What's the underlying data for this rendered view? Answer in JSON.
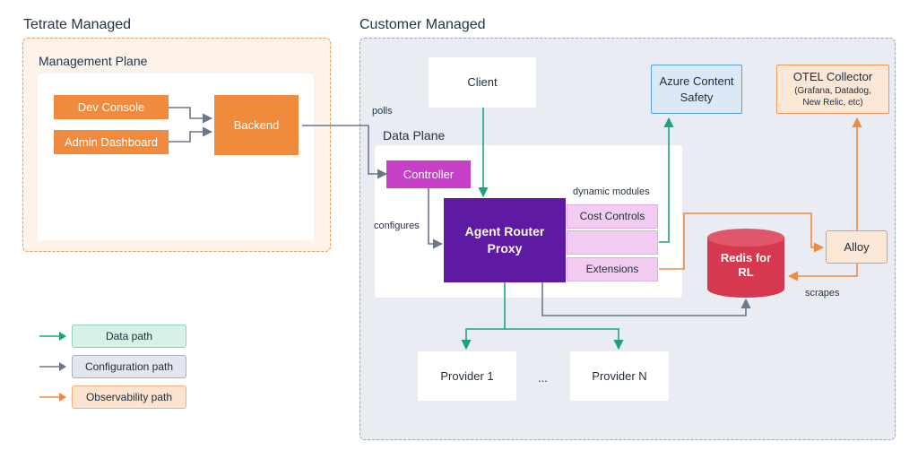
{
  "regions": {
    "tetrate_label": "Tetrate Managed",
    "customer_label": "Customer Managed",
    "management_plane_label": "Management Plane",
    "data_plane_label": "Data Plane"
  },
  "nodes": {
    "dev_console": "Dev Console",
    "admin_dashboard": "Admin Dashboard",
    "backend": "Backend",
    "client": "Client",
    "azure_line1": "Azure Content",
    "azure_line2": "Safety",
    "otel_title": "OTEL Collector",
    "otel_sub_line1": "(Grafana, Datadog,",
    "otel_sub_line2": "New Relic, etc)",
    "controller": "Controller",
    "proxy_line1": "Agent Router",
    "proxy_line2": "Proxy",
    "dynamic_modules_label": "dynamic modules",
    "module_cost_controls": "Cost Controls",
    "module_extensions": "Extensions",
    "redis_line1": "Redis for",
    "redis_line2": "RL",
    "alloy": "Alloy",
    "provider_1": "Provider 1",
    "ellipsis": "...",
    "provider_n": "Provider N"
  },
  "edge_labels": {
    "polls": "polls",
    "configures": "configures",
    "scrapes": "scrapes"
  },
  "legend": [
    {
      "label": "Data path",
      "color": "#1aa37f",
      "fill": "#d8f1e7",
      "border": "#8fd2b8"
    },
    {
      "label": "Configuration path",
      "color": "#6b778c",
      "fill": "#e3e6ee",
      "border": "#a9b1c3"
    },
    {
      "label": "Observability path",
      "color": "#ef8a3c",
      "fill": "#fbe3cf",
      "border": "#f1b07e"
    }
  ],
  "colors": {
    "data_path": "#1aa37f",
    "config_path": "#6b778c",
    "observability_path": "#ef8a3c",
    "redis": "#d6394f"
  }
}
